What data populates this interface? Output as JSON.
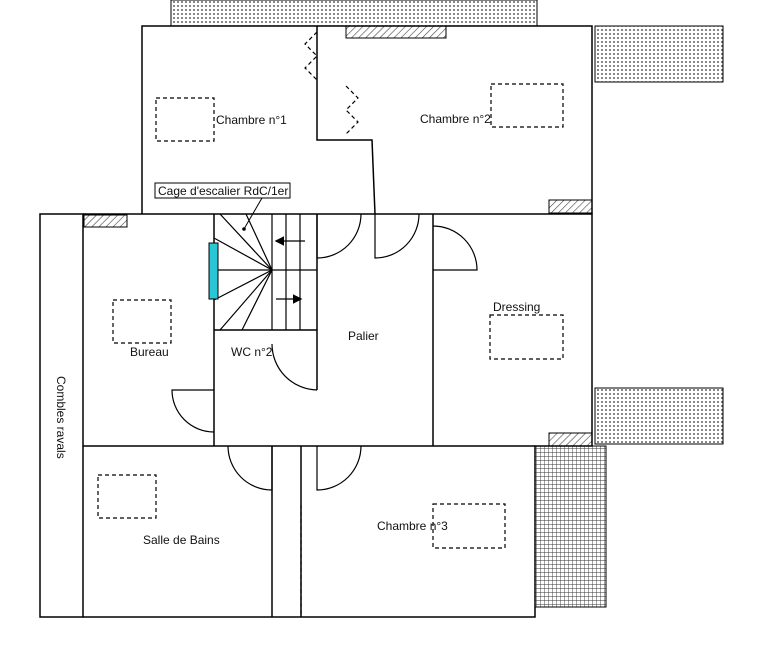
{
  "rooms": {
    "chambre1": "Chambre n°1",
    "chambre2": "Chambre n°2",
    "chambre3": "Chambre n°3",
    "cage": "Cage d'escalier RdC/1er",
    "dressing": "Dressing",
    "palier": "Palier",
    "bureau": "Bureau",
    "wc": "WC n°2",
    "salle_bains": "Salle de Bains",
    "combles": "Combles ravals"
  },
  "colors": {
    "wall": "#000000",
    "window_marker": "#29c6d6",
    "hatch": "#555555"
  }
}
